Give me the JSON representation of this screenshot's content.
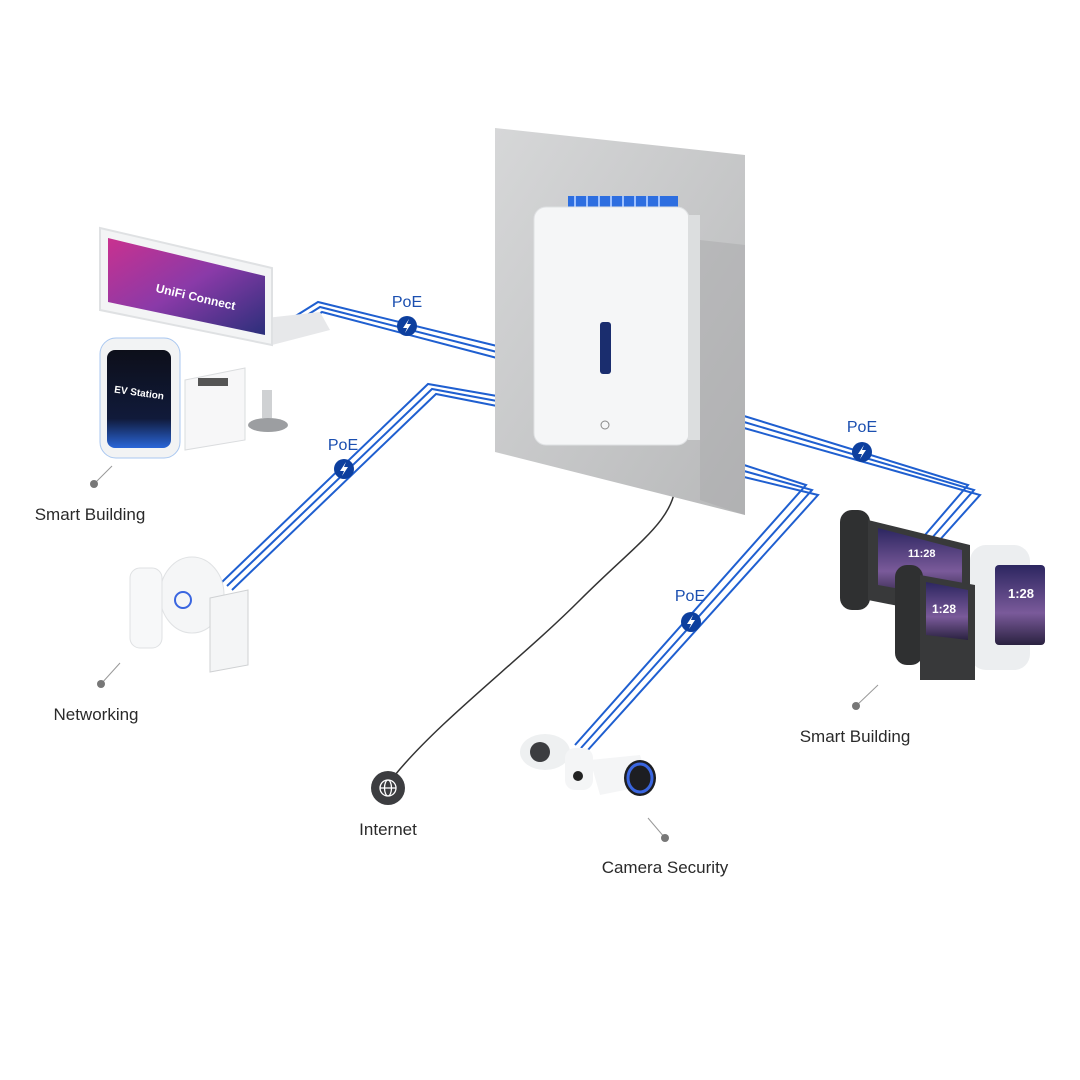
{
  "diagram": {
    "labels": {
      "smart_building_left": "Smart Building",
      "networking": "Networking",
      "internet": "Internet",
      "camera_security": "Camera Security",
      "smart_building_right": "Smart Building"
    },
    "poe_labels": [
      "PoE",
      "PoE",
      "PoE",
      "PoE"
    ],
    "screens": {
      "monitor": "UniFi Connect",
      "ev_station": "EV Station",
      "phone_large_time": "11:28",
      "phone_small_time": "1:28",
      "phone_white_time": "1:28"
    },
    "colors": {
      "cable": "#1f5fd0",
      "background": "#ffffff",
      "wall": "#c9cacb",
      "label_text": "#2a2a2a"
    }
  }
}
